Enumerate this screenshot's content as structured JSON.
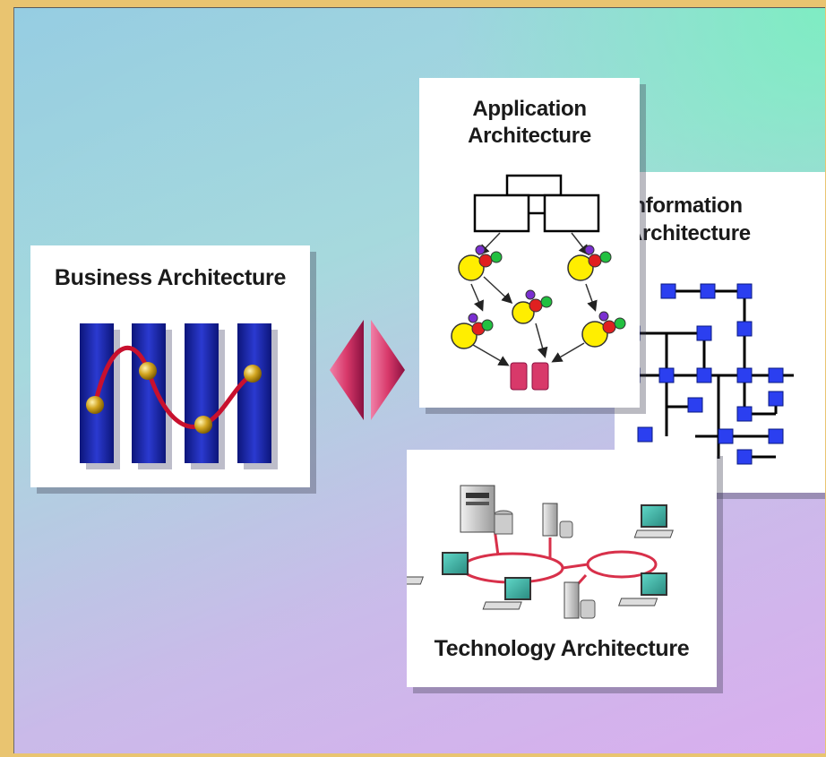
{
  "cards": {
    "business": {
      "title": "Business Architecture"
    },
    "application": {
      "title_line1": "Application",
      "title_line2": "Architecture"
    },
    "information": {
      "title_line1": "Information",
      "title_line2": "Architecture"
    },
    "technology": {
      "title": "Technology Architecture"
    }
  },
  "colors": {
    "background_top": "#96cde2",
    "background_bottom": "#d5a5ec",
    "accent_green": "#78f0be",
    "frame_outer": "#e9c470",
    "card": "#ffffff",
    "pillar_blue": "#1e2fb0",
    "curve_red": "#c8102e",
    "node_blue": "#2b3ff0",
    "arrow_magenta": "#d8396a"
  },
  "icons": {
    "business": [
      "process-pillar-icon",
      "process-flow-curve-icon",
      "gold-node-icon"
    ],
    "application": [
      "module-box-icon",
      "component-cluster-icon",
      "data-store-icon"
    ],
    "information": [
      "data-node-icon",
      "data-tree-line-icon"
    ],
    "technology": [
      "server-icon",
      "workstation-icon",
      "network-ring-icon"
    ],
    "exchange": "bidirectional-arrow-icon"
  }
}
